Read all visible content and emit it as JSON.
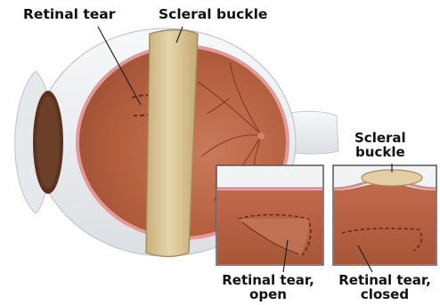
{
  "labels": {
    "retinal_tear": "Retinal tear",
    "scleral_buckle": "Scleral buckle",
    "inset_buckle_line1": "Scleral",
    "inset_buckle_line2": "buckle",
    "open_line1": "Retinal tear,",
    "open_line2": "open",
    "closed_line1": "Retinal tear,",
    "closed_line2": "closed"
  },
  "colors": {
    "sclera": "#eef0f2",
    "retina": "#b9644a",
    "retina_edge": "#d98b8b",
    "buckle": "#d8c49a",
    "buckle_edge": "#a48c5c",
    "lens": "#5a3320",
    "vessel": "#8a2d22"
  }
}
